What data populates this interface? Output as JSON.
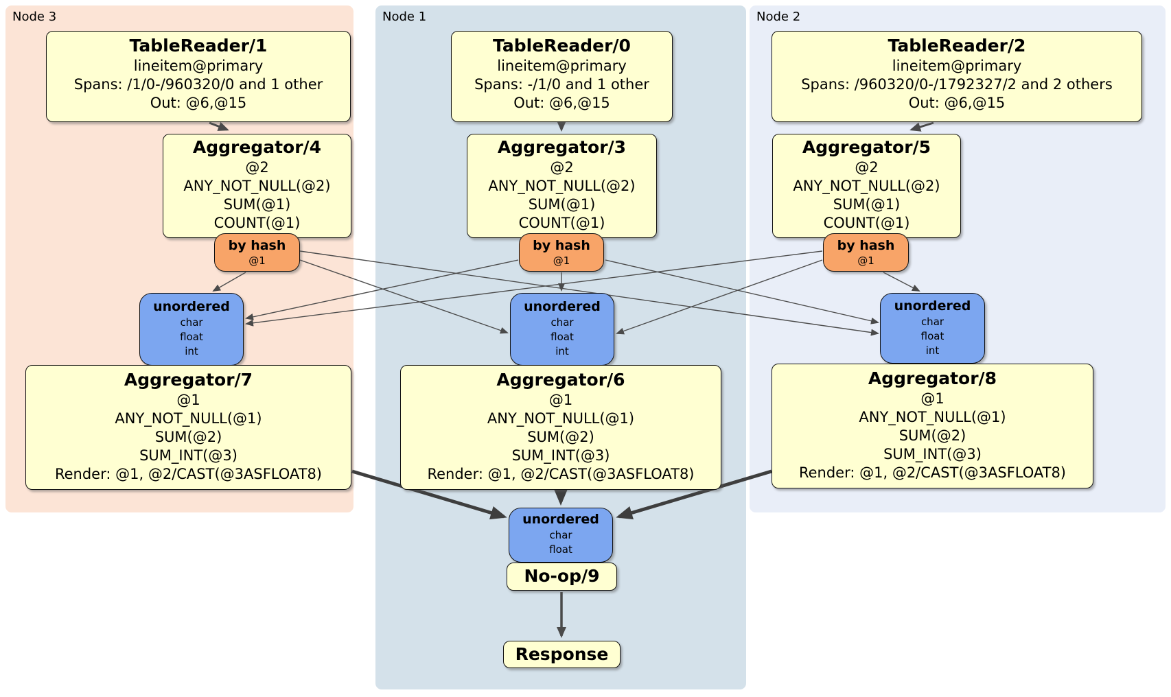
{
  "diagram": {
    "panels": [
      {
        "label": "Node 3"
      },
      {
        "label": "Node 1"
      },
      {
        "label": "Node 2"
      }
    ],
    "processors": {
      "tablereader1": {
        "title": "TableReader/1",
        "index": "lineitem@primary",
        "spans": "Spans: /1/0-/960320/0 and 1 other",
        "out": "Out: @6,@15"
      },
      "tablereader0": {
        "title": "TableReader/0",
        "index": "lineitem@primary",
        "spans": "Spans: -/1/0 and 1 other",
        "out": "Out: @6,@15"
      },
      "tablereader2": {
        "title": "TableReader/2",
        "index": "lineitem@primary",
        "spans": "Spans: /960320/0-/1792327/2 and 2 others",
        "out": "Out: @6,@15"
      },
      "aggregator4": {
        "title": "Aggregator/4",
        "lines": [
          "@2",
          "ANY_NOT_NULL(@2)",
          "SUM(@1)",
          "COUNT(@1)"
        ]
      },
      "aggregator3": {
        "title": "Aggregator/3",
        "lines": [
          "@2",
          "ANY_NOT_NULL(@2)",
          "SUM(@1)",
          "COUNT(@1)"
        ]
      },
      "aggregator5": {
        "title": "Aggregator/5",
        "lines": [
          "@2",
          "ANY_NOT_NULL(@2)",
          "SUM(@1)",
          "COUNT(@1)"
        ]
      },
      "aggregator7": {
        "title": "Aggregator/7",
        "lines": [
          "@1",
          "ANY_NOT_NULL(@1)",
          "SUM(@2)",
          "SUM_INT(@3)",
          "Render: @1, @2/CAST(@3ASFLOAT8)"
        ]
      },
      "aggregator6": {
        "title": "Aggregator/6",
        "lines": [
          "@1",
          "ANY_NOT_NULL(@1)",
          "SUM(@2)",
          "SUM_INT(@3)",
          "Render: @1, @2/CAST(@3ASFLOAT8)"
        ]
      },
      "aggregator8": {
        "title": "Aggregator/8",
        "lines": [
          "@1",
          "ANY_NOT_NULL(@1)",
          "SUM(@2)",
          "SUM_INT(@3)",
          "Render: @1, @2/CAST(@3ASFLOAT8)"
        ]
      },
      "noop": {
        "title": "No-op/9"
      },
      "response": {
        "title": "Response"
      }
    },
    "router": {
      "title": "by hash",
      "detail": "@1"
    },
    "sync_full": {
      "title": "unordered",
      "types": [
        "char",
        "float",
        "int"
      ]
    },
    "sync_final": {
      "title": "unordered",
      "types": [
        "char",
        "float"
      ]
    },
    "colors": {
      "panel_node3": "#fce4d6",
      "panel_node1": "#d4e1ea",
      "panel_node2": "#e9eef8",
      "processor_fill": "#ffffd2",
      "router_fill": "#f8a468",
      "sync_fill": "#7ca6f0",
      "edge": "#4a4a4a"
    }
  }
}
